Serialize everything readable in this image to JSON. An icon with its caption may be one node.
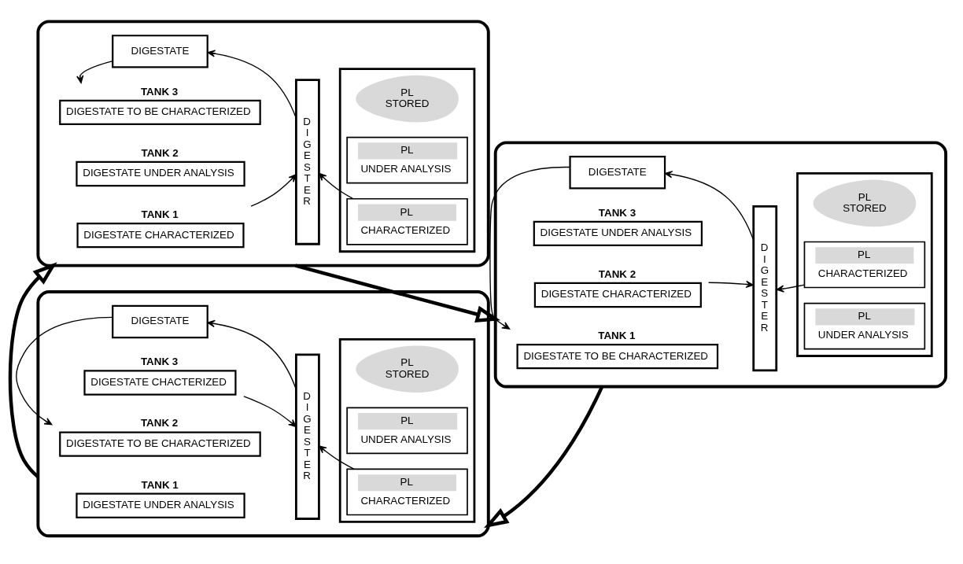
{
  "diagram": {
    "nodes": [
      {
        "text": [],
        "shape": "box"
      },
      {
        "text": [
          "TANK 1",
          "DIGESTATE CHARACTERIZED"
        ],
        "in": 0
      },
      {
        "text": [
          "TANK 2",
          "DIGESTATE UNDER ANALYSIS"
        ],
        "in": 0
      },
      {
        "text": [
          "TANK 3",
          "DIGESTATE TO BE CHARACTERIZED"
        ],
        "in": 0
      },
      {
        "text": [
          "D I G E S T E R"
        ],
        "in": 0
      },
      {
        "text": [
          "DIGESTATE"
        ],
        "in": 0
      },
      {
        "text": [],
        "shape": "box",
        "in": 0
      },
      {
        "text": [
          "PL",
          "CHARACTERIZED"
        ],
        "in": 6
      },
      {
        "text": [
          "PL",
          "UNDER ANALYSIS"
        ],
        "in": 6
      },
      {
        "text": [
          "PL",
          "STORED"
        ],
        "in": 6
      },
      {
        "text": [],
        "shape": "box"
      },
      {
        "text": [
          "TANK 1",
          "DIGESTATE UNDER ANALYSIS"
        ],
        "in": 10
      },
      {
        "text": [
          "TANK 2",
          "DIGESTATE TO BE CHARACTERIZED"
        ],
        "in": 10
      },
      {
        "text": [
          "TANK 3",
          "DIGESTATE CHACTERIZED"
        ],
        "in": 10
      },
      {
        "text": [
          "D I G E S T E R"
        ],
        "in": 10
      },
      {
        "text": [
          "DIGESTATE"
        ],
        "in": 10
      },
      {
        "text": [],
        "shape": "box",
        "in": 10
      },
      {
        "text": [
          "PL",
          "CHARACTERIZED"
        ],
        "in": 16
      },
      {
        "text": [
          "PL",
          "UNDER ANALYSIS"
        ],
        "in": 16
      },
      {
        "text": [
          "PL",
          "STORED"
        ],
        "in": 16
      },
      {
        "text": [],
        "shape": "box"
      },
      {
        "text": [
          "TANK 1",
          "DIGESTATE TO BE CHARACTERIZED"
        ],
        "in": 20
      },
      {
        "text": [
          "TANK 2",
          "DIGESTATE CHARACTERIZED"
        ],
        "in": 20
      },
      {
        "text": [
          "TANK 3",
          "DIGESTATE UNDER ANALYSIS"
        ],
        "in": 20
      },
      {
        "text": [
          "D I G E S T E R"
        ],
        "in": 20
      },
      {
        "text": [
          "DIGESTATE"
        ],
        "in": 20
      },
      {
        "text": [],
        "shape": "box",
        "in": 20
      },
      {
        "text": [
          "PL",
          "UNDER ANALYSIS"
        ],
        "in": 26
      },
      {
        "text": [
          "PL",
          "CHARACTERIZED"
        ],
        "in": 26
      },
      {
        "text": [
          "PL",
          "STORED"
        ],
        "in": 26
      }
    ],
    "edges": [
      {
        "from": 1,
        "to": 4,
        "arrow": "to"
      },
      {
        "from": 7,
        "to": 4,
        "arrow": "to"
      },
      {
        "from": 4,
        "to": 5,
        "arrow": "to"
      },
      {
        "from": 5,
        "to": 3,
        "arrow": "to"
      },
      {
        "from": 13,
        "to": 14,
        "arrow": "to"
      },
      {
        "from": 17,
        "to": 14,
        "arrow": "to"
      },
      {
        "from": 14,
        "to": 15,
        "arrow": "to"
      },
      {
        "from": 15,
        "to": 12,
        "arrow": "to"
      },
      {
        "from": 22,
        "to": 24,
        "arrow": "to"
      },
      {
        "from": 28,
        "to": 24,
        "arrow": "to"
      },
      {
        "from": 24,
        "to": 25,
        "arrow": "to"
      },
      {
        "from": 25,
        "to": 21,
        "arrow": "to"
      },
      {
        "from": 0,
        "to": 20,
        "arrow": "to",
        "style": "thick"
      },
      {
        "from": 20,
        "to": 10,
        "arrow": "to",
        "style": "thick"
      },
      {
        "from": 10,
        "to": 0,
        "arrow": "to",
        "style": "thick"
      }
    ]
  }
}
